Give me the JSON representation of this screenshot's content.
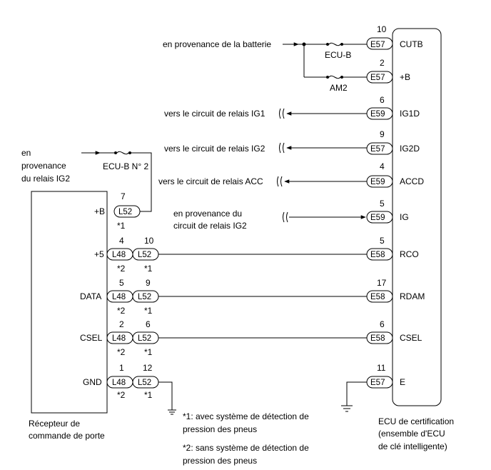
{
  "ecu": {
    "name_lines": [
      "ECU de certification",
      "(ensemble d'ECU",
      "de clé intelligente)"
    ],
    "terminals": [
      {
        "pin": "10",
        "connector": "E57",
        "name": "CUTB"
      },
      {
        "pin": "2",
        "connector": "E57",
        "name": "+B"
      },
      {
        "pin": "6",
        "connector": "E59",
        "name": "IG1D"
      },
      {
        "pin": "9",
        "connector": "E57",
        "name": "IG2D"
      },
      {
        "pin": "4",
        "connector": "E59",
        "name": "ACCD"
      },
      {
        "pin": "5",
        "connector": "E59",
        "name": "IG"
      },
      {
        "pin": "5",
        "connector": "E58",
        "name": "RCO"
      },
      {
        "pin": "17",
        "connector": "E58",
        "name": "RDAM"
      },
      {
        "pin": "6",
        "connector": "E58",
        "name": "CSEL"
      },
      {
        "pin": "11",
        "connector": "E57",
        "name": "E"
      }
    ]
  },
  "sources": {
    "battery": "en provenance de la batterie",
    "fuse_ecu_b": "ECU-B",
    "fuse_am2": "AM2",
    "to_ig1": "vers le circuit de relais IG1",
    "to_ig2": "vers le circuit de relais IG2",
    "to_acc": "vers le circuit de relais ACC",
    "from_ig2_circuit": [
      "en provenance du",
      "circuit de relais IG2"
    ],
    "from_ig2_relay": [
      "en",
      "provenance",
      "du relais IG2"
    ],
    "fuse_ecu_b_no2": "ECU-B N° 2"
  },
  "receiver": {
    "name_lines": [
      "Récepteur de",
      "commande de porte"
    ],
    "terminals": [
      {
        "name": "+B",
        "l48_pin": "",
        "l52_pin": "7"
      },
      {
        "name": "+5",
        "l48_pin": "4",
        "l52_pin": "10"
      },
      {
        "name": "DATA",
        "l48_pin": "5",
        "l52_pin": "9"
      },
      {
        "name": "CSEL",
        "l48_pin": "2",
        "l52_pin": "6"
      },
      {
        "name": "GND",
        "l48_pin": "1",
        "l52_pin": "12"
      }
    ],
    "conn_l48": "L48",
    "conn_l52": "L52",
    "mark1": "*1",
    "mark2": "*2"
  },
  "notes": [
    [
      "*1: avec système de détection de",
      "pression des pneus"
    ],
    [
      "*2: sans système de détection de",
      "pression des pneus"
    ]
  ]
}
